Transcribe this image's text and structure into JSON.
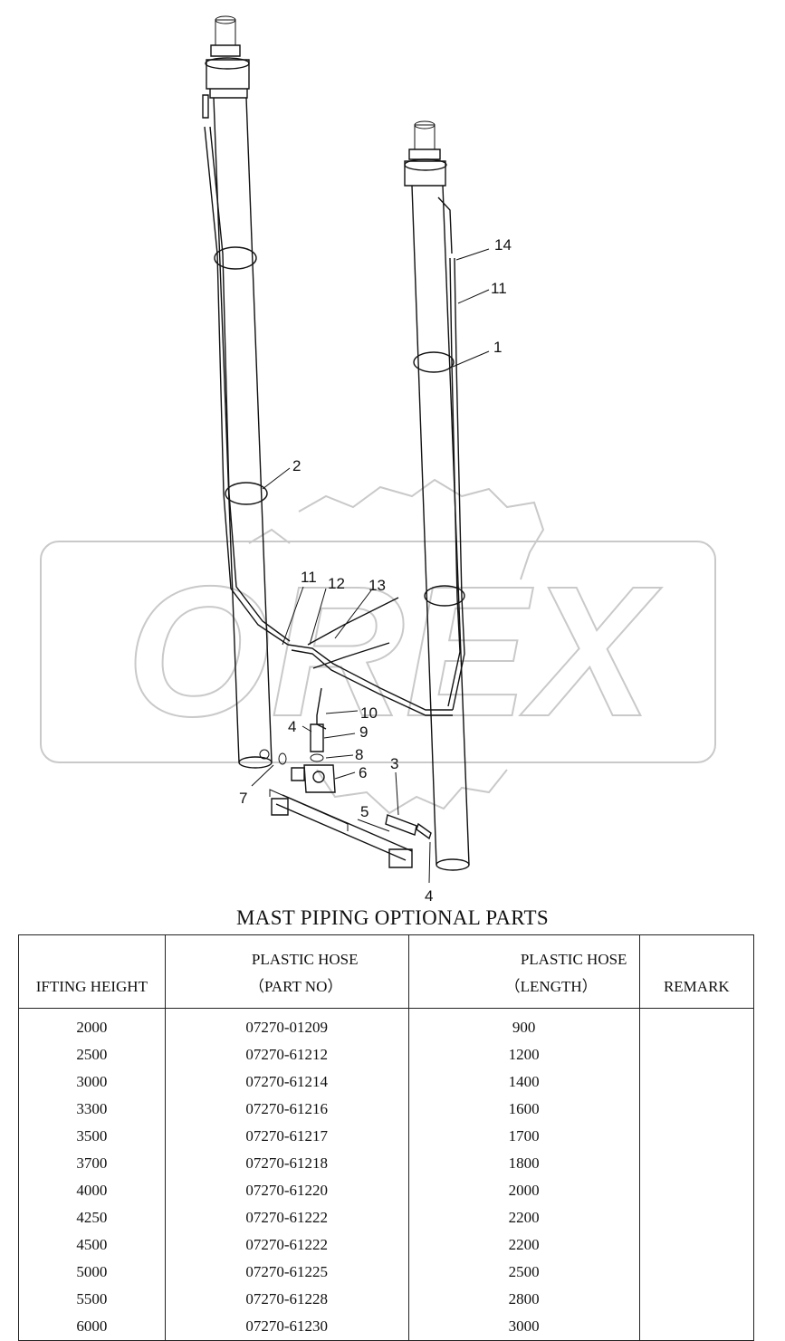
{
  "diagram": {
    "callouts": [
      "14",
      "11",
      "1",
      "2",
      "11",
      "12",
      "13",
      "10",
      "4",
      "9",
      "8",
      "6",
      "3",
      "7",
      "5",
      "4"
    ],
    "watermark": "OREX"
  },
  "title": "MAST PIPING OPTIONAL PARTS",
  "table": {
    "headers": [
      {
        "line1": "",
        "line2": "IFTING HEIGHT"
      },
      {
        "line1": "PLASTIC HOSE",
        "line2": "（PART NO）"
      },
      {
        "line1": "PLASTIC HOSE",
        "line2": "（LENGTH）"
      },
      {
        "line1": "",
        "line2": "REMARK"
      }
    ],
    "rows": [
      [
        "2000",
        "07270-01209",
        "900",
        ""
      ],
      [
        "2500",
        "07270-61212",
        "1200",
        ""
      ],
      [
        "3000",
        "07270-61214",
        "1400",
        ""
      ],
      [
        "3300",
        "07270-61216",
        "1600",
        ""
      ],
      [
        "3500",
        "07270-61217",
        "1700",
        ""
      ],
      [
        "3700",
        "07270-61218",
        "1800",
        ""
      ],
      [
        "4000",
        "07270-61220",
        "2000",
        ""
      ],
      [
        "4250",
        "07270-61222",
        "2200",
        ""
      ],
      [
        "4500",
        "07270-61222",
        "2200",
        ""
      ],
      [
        "5000",
        "07270-61225",
        "2500",
        ""
      ],
      [
        "5500",
        "07270-61228",
        "2800",
        ""
      ],
      [
        "6000",
        "07270-61230",
        "3000",
        ""
      ]
    ]
  }
}
